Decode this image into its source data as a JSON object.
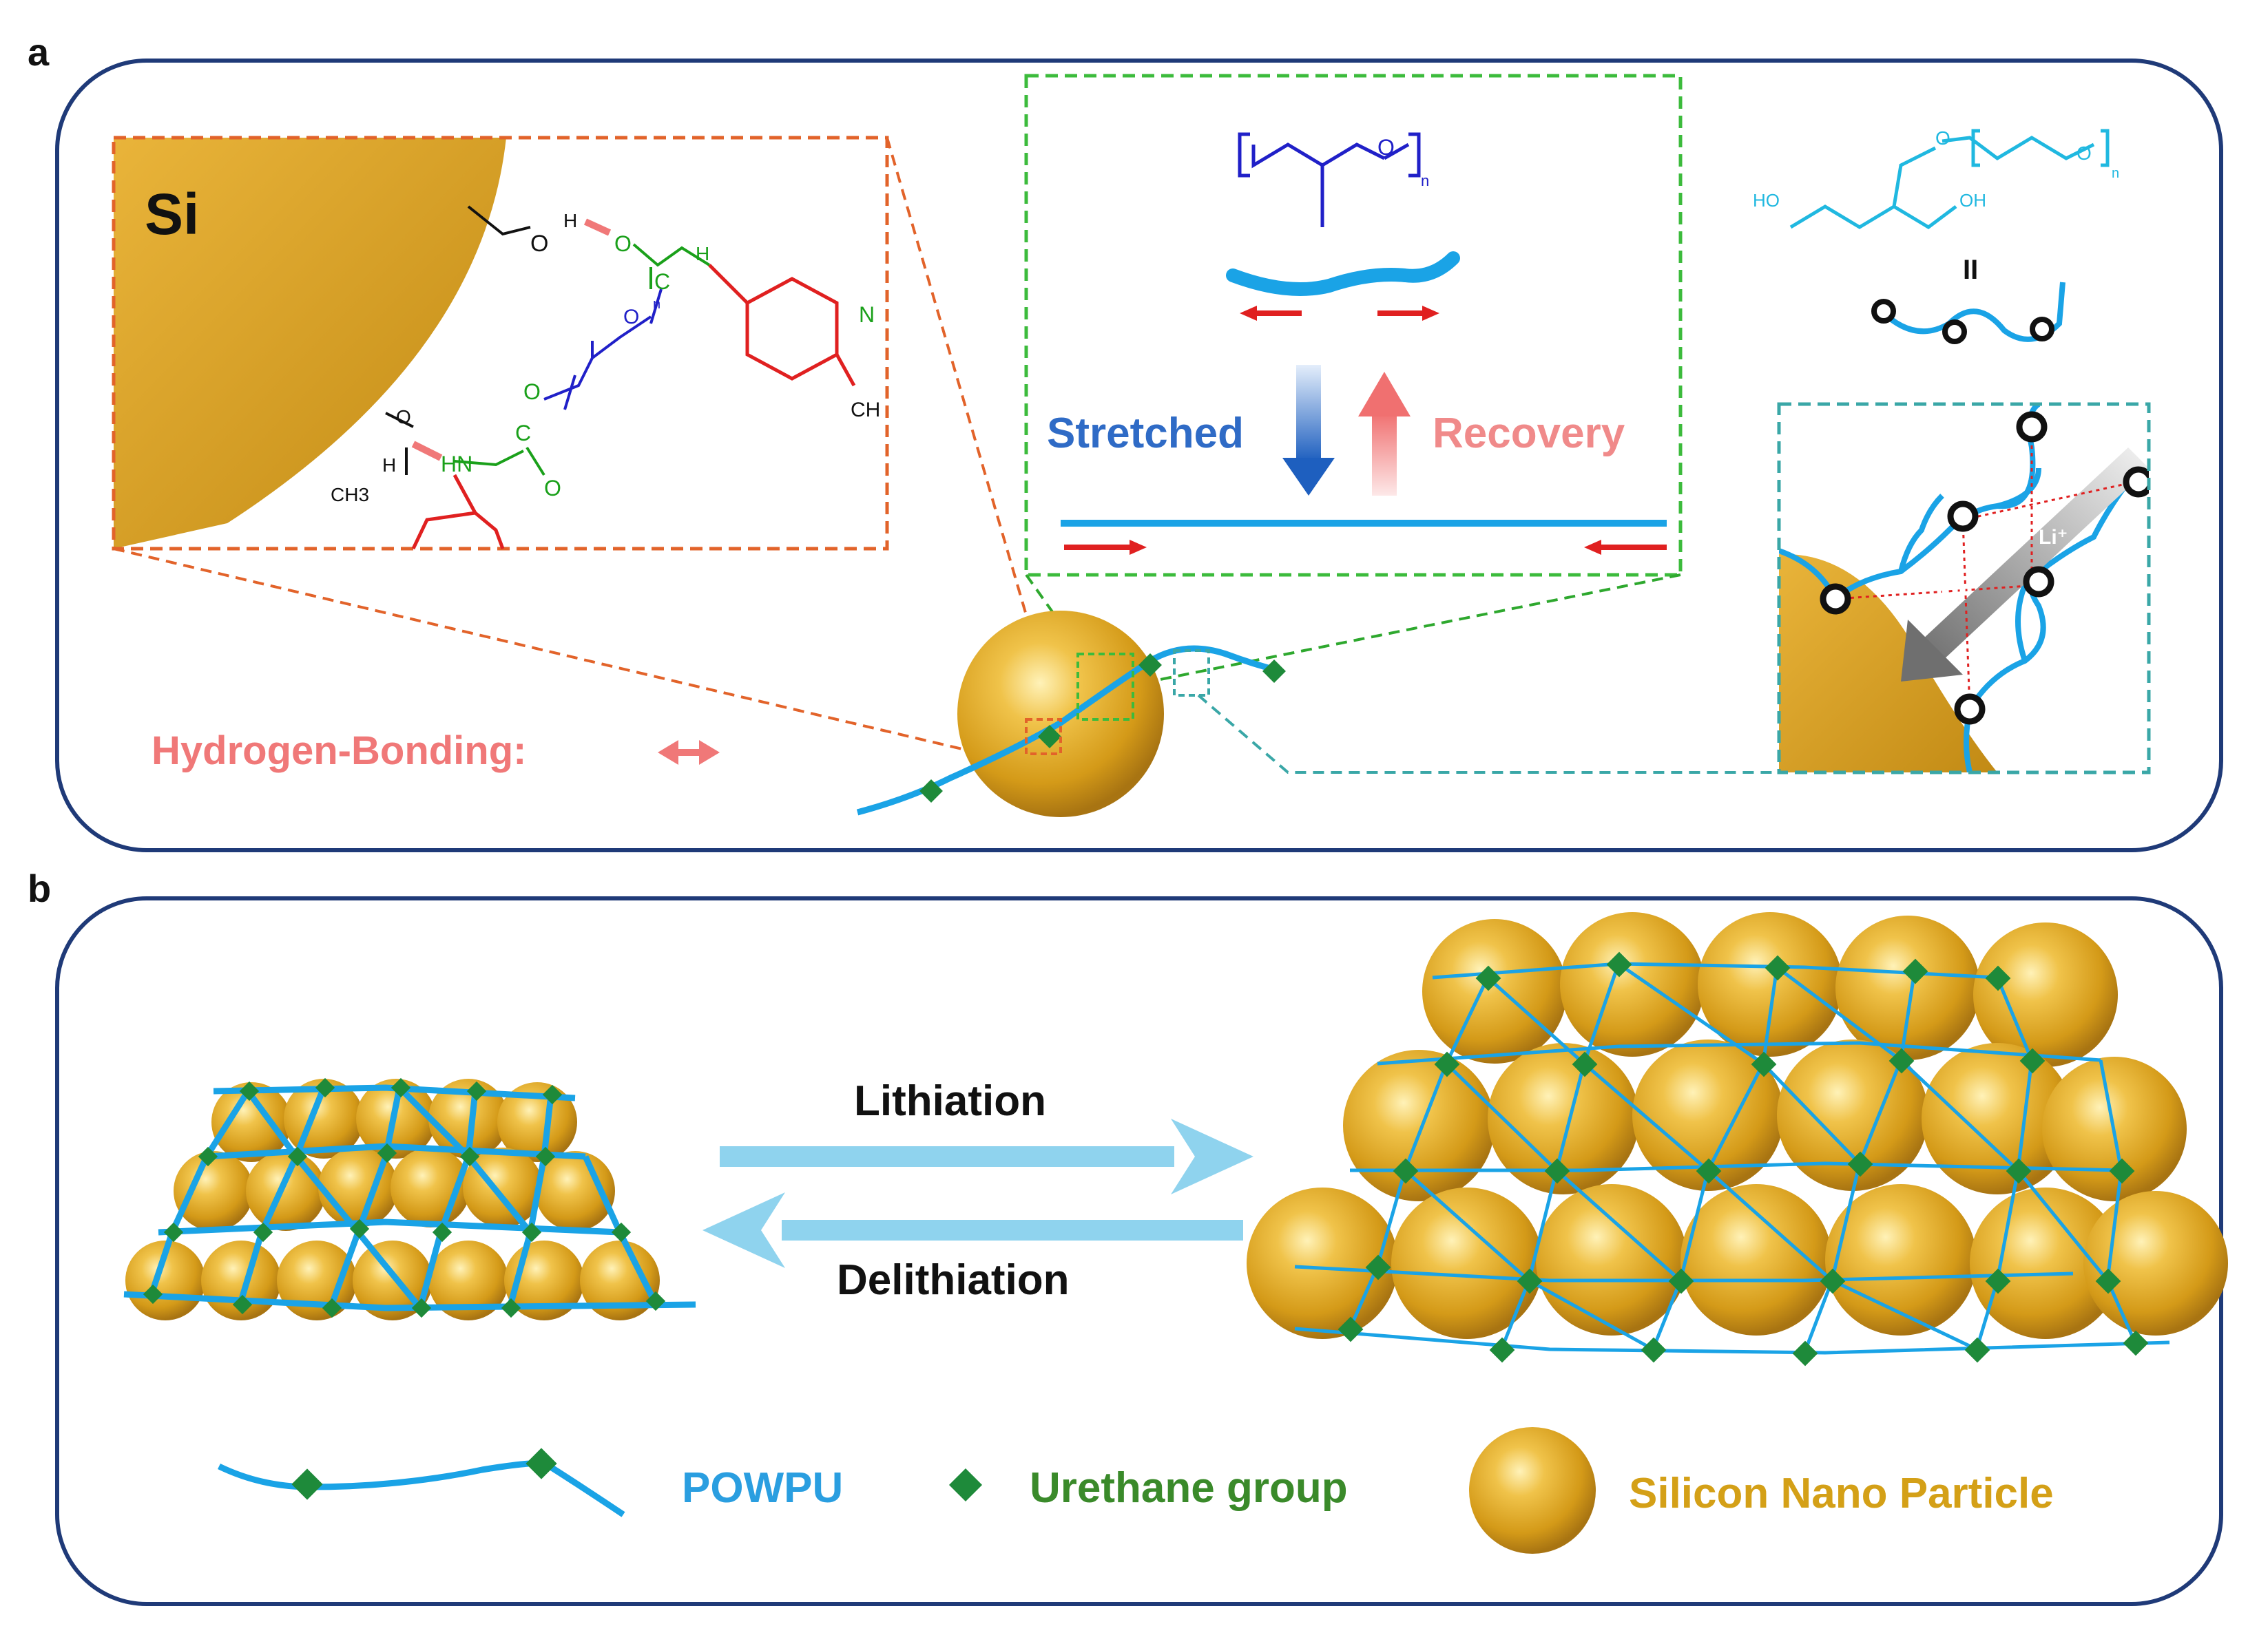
{
  "panel_a": {
    "label": "a",
    "si_label": "Si",
    "hbond_label": "Hydrogen-Bonding:",
    "stretched_label": "Stretched",
    "recovery_label": "Recovery",
    "li_labels": [
      "Li⁺",
      "Li⁺"
    ],
    "atoms": {
      "h_top": "H",
      "o_top": "O",
      "o_carbonyl_top": "O",
      "c_top": "C",
      "h_nh_top": "H",
      "n_top": "N",
      "ch_right": "CH",
      "o_mid": "O",
      "n_sub": "n",
      "h_left": "H",
      "o_left": "O",
      "hn": "HN",
      "c_mid": "C",
      "o_ester": "O",
      "o_carbonyl_bot": "O",
      "ch3": "CH3",
      "poly_o": "O",
      "poly_n": "n",
      "ho": "HO",
      "oh": "OH",
      "peg_o1": "O",
      "peg_o2": "O",
      "peg_n": "n",
      "equals": "II"
    }
  },
  "panel_b": {
    "label": "b",
    "lithiation_label": "Lithiation",
    "delithiation_label": "Delithiation",
    "legend": {
      "powpu": "POWPU",
      "urethane": "Urethane group",
      "silicon": "Silicon Nano Particle"
    }
  },
  "colors": {
    "frame": "#1f3a78",
    "gold": "#d8a421",
    "gold_dark": "#a87412",
    "chain_blue": "#1aa3e6",
    "urethane_green": "#1e8a3a",
    "orange_box": "#e2632a",
    "green_box": "#3cbb3c",
    "teal_box": "#3aa7a7",
    "stretched_blue": "#2f6bc6",
    "recovery_pink": "#f08a8a",
    "hbond_pink": "#f07878",
    "arrow_light_blue": "#8fd3ee",
    "chem_green": "#1aa01a",
    "chem_blue": "#2020c8",
    "chem_red": "#e02020",
    "peg_cyan": "#20b8e0",
    "red_arrow": "#e02020",
    "silicon_text": "#d4a017",
    "urethane_text": "#3a8a2a",
    "powpu_text": "#2a9ee0"
  }
}
